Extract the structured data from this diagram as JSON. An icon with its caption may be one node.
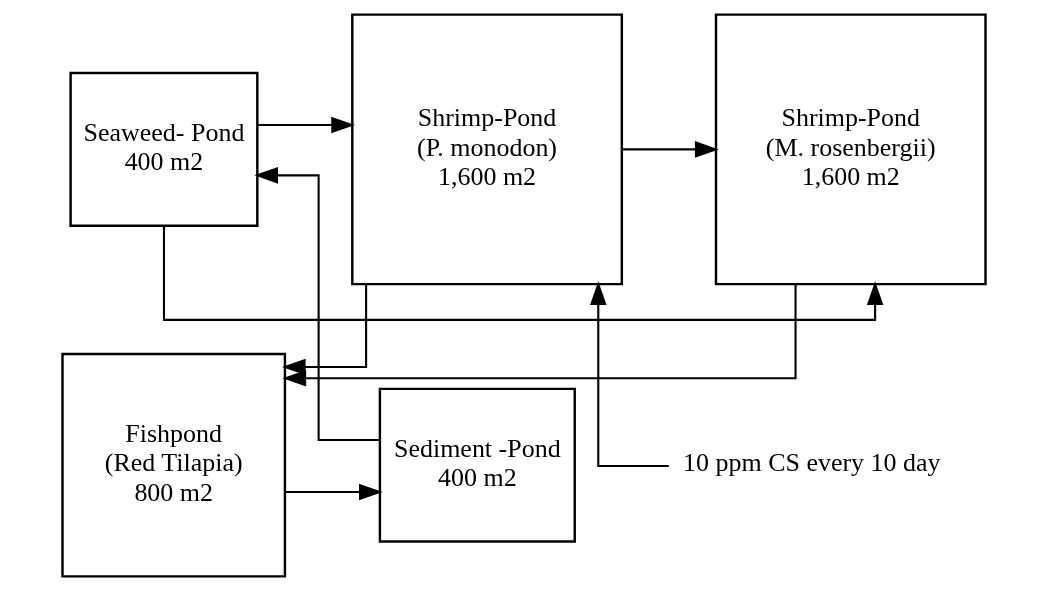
{
  "diagram": {
    "nodes": [
      {
        "text": [
          "Seaweed- Pond",
          "400 m2"
        ]
      },
      {
        "text": [
          "Shrimp-Pond",
          "(M. rosenbergii)",
          "1,600 m2"
        ]
      },
      {
        "text": [
          "Shrimp-Pond",
          "(P. monodon)",
          "1,600 m2"
        ]
      },
      {
        "text": [
          "Sediment -Pond",
          "400 m2"
        ]
      },
      {
        "text": [
          "Fishpond",
          "(Red Tilapia)",
          "800 m2"
        ]
      },
      {
        "text": [
          "10 ppm CS every 10 day"
        ]
      }
    ],
    "edges": [
      {
        "from": 0,
        "to": 1,
        "arrow": "to"
      },
      {
        "from": 0,
        "to": 2,
        "arrow": "to"
      },
      {
        "from": 2,
        "to": 1,
        "arrow": "to"
      },
      {
        "from": 1,
        "to": 4,
        "arrow": "to"
      },
      {
        "from": 2,
        "to": 4,
        "arrow": "to"
      },
      {
        "from": 4,
        "to": 3,
        "arrow": "to"
      },
      {
        "from": 3,
        "to": 0,
        "arrow": "to"
      },
      {
        "from": 5,
        "to": 2,
        "arrow": "to"
      }
    ]
  }
}
